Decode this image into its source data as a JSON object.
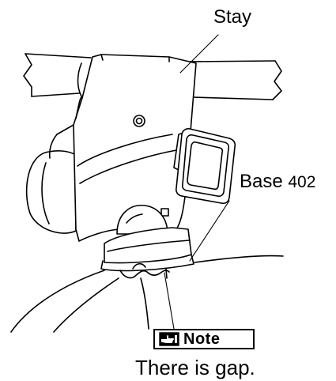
{
  "labels": {
    "stay": "Stay",
    "base": "Base",
    "base_number": "402",
    "note": "Note",
    "caption": "There is gap."
  },
  "icons": {
    "note_icon": "pointing-hand-note-icon"
  },
  "colors": {
    "line": "#000000",
    "background": "#ffffff"
  }
}
